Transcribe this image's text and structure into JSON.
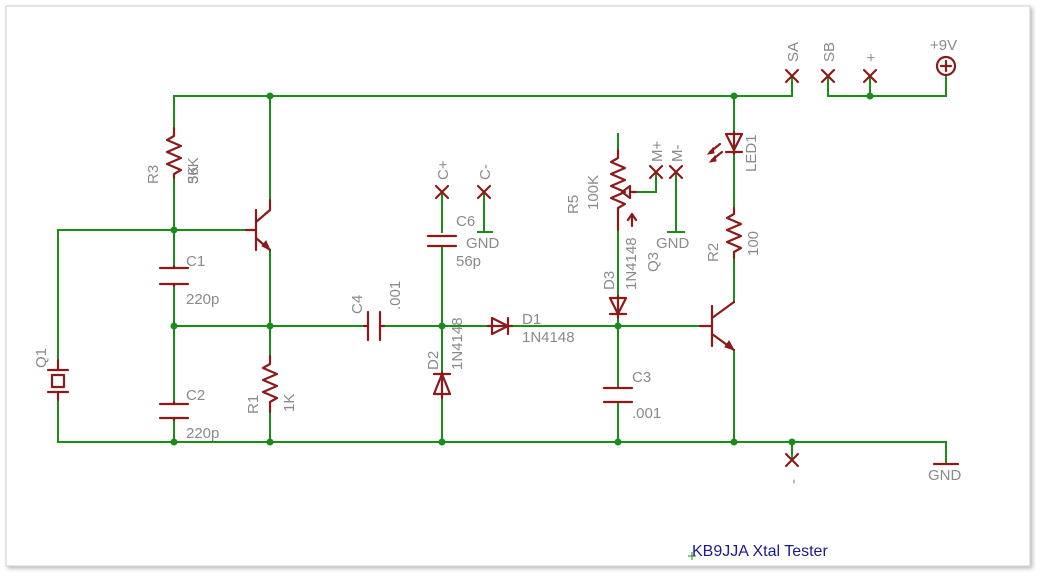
{
  "title": "KB9JJA Xtal Tester",
  "components": {
    "R3": {
      "name": "R3",
      "value": "36K",
      "overlap": "5K"
    },
    "C1": {
      "name": "C1",
      "value": "220p"
    },
    "C2": {
      "name": "C2",
      "value": "220p"
    },
    "R1": {
      "name": "R1",
      "value": "1K"
    },
    "Q1": {
      "name": "Q1"
    },
    "C4": {
      "name": "C4",
      "value": ".001"
    },
    "C6": {
      "name": "C6",
      "value": "56p"
    },
    "D1": {
      "name": "D1",
      "value": "1N4148"
    },
    "D2": {
      "name": "D2",
      "value": "1N4148"
    },
    "D3": {
      "name": "D3",
      "value": "1N4148"
    },
    "R5": {
      "name": "R5",
      "value": "100K"
    },
    "Q3": {
      "name": "Q3"
    },
    "C3": {
      "name": "C3",
      "value": ".001"
    },
    "LED1": {
      "name": "LED1"
    },
    "R2": {
      "name": "R2",
      "value": "100"
    }
  },
  "pins": {
    "c_plus": "C+",
    "c_minus": "C-",
    "m_plus": "M+",
    "m_minus": "M-",
    "sa": "SA",
    "sb": "SB",
    "plus": "+",
    "minus": "-",
    "vcc": "+9V",
    "gnd": "GND"
  },
  "colors": {
    "wire": "#1a8c1a",
    "part": "#8b1a1a",
    "label": "#8a8a8a",
    "title": "#1a1a8c"
  }
}
